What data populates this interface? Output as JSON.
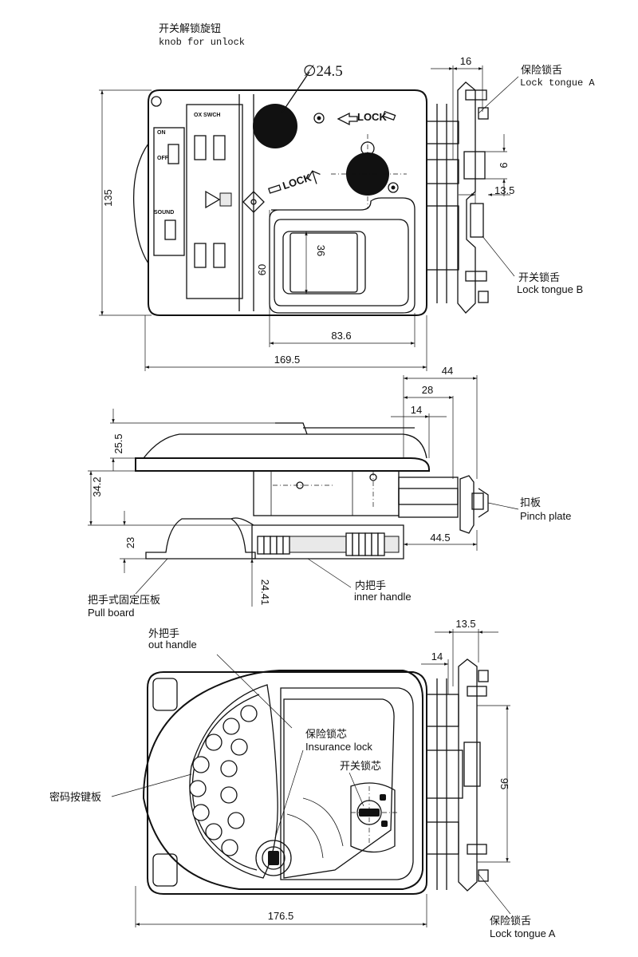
{
  "views": {
    "top": {
      "callouts": {
        "knob_cn": "开关解锁旋钮",
        "knob_en": "knob for unlock",
        "lock_tongue_a_cn": "保险锁舌",
        "lock_tongue_a_en": "Lock tongue A",
        "lock_tongue_b_cn": "开关锁舌",
        "lock_tongue_b_en": "Lock tongue B"
      },
      "dims": {
        "knob_dia": "∅24.5",
        "d16": "16",
        "d9": "9",
        "d13_5": "13.5",
        "d135": "135",
        "d36": "36",
        "d60": "60",
        "d83_6": "83.6",
        "d169_5": "169.5"
      },
      "markings": {
        "lock_a": "LOCK",
        "lock_b": "LOCK"
      }
    },
    "side": {
      "callouts": {
        "pinch_cn": "扣板",
        "pinch_en": "Pinch plate",
        "inner_cn": "内把手",
        "inner_en": "inner handle",
        "pull_cn": "把手式固定压板",
        "pull_en": "Pull board"
      },
      "dims": {
        "d44": "44",
        "d28": "28",
        "d14": "14",
        "d25_5": "25.5",
        "d34_2": "34.2",
        "d23": "23",
        "d24_41": "24.41",
        "d44_5": "44.5"
      }
    },
    "front": {
      "callouts": {
        "out_cn": "外把手",
        "out_en": "out handle",
        "ins_cn": "保险锁芯",
        "ins_en": "Insurance lock",
        "switch_cn": "开关锁芯",
        "keypad_cn": "密码按键板",
        "tongue_cn": "保险锁舌",
        "tongue_en": "Lock tongue A"
      },
      "dims": {
        "d13_5": "13.5",
        "d14": "14",
        "d95": "95",
        "d176_5": "176.5"
      }
    }
  }
}
